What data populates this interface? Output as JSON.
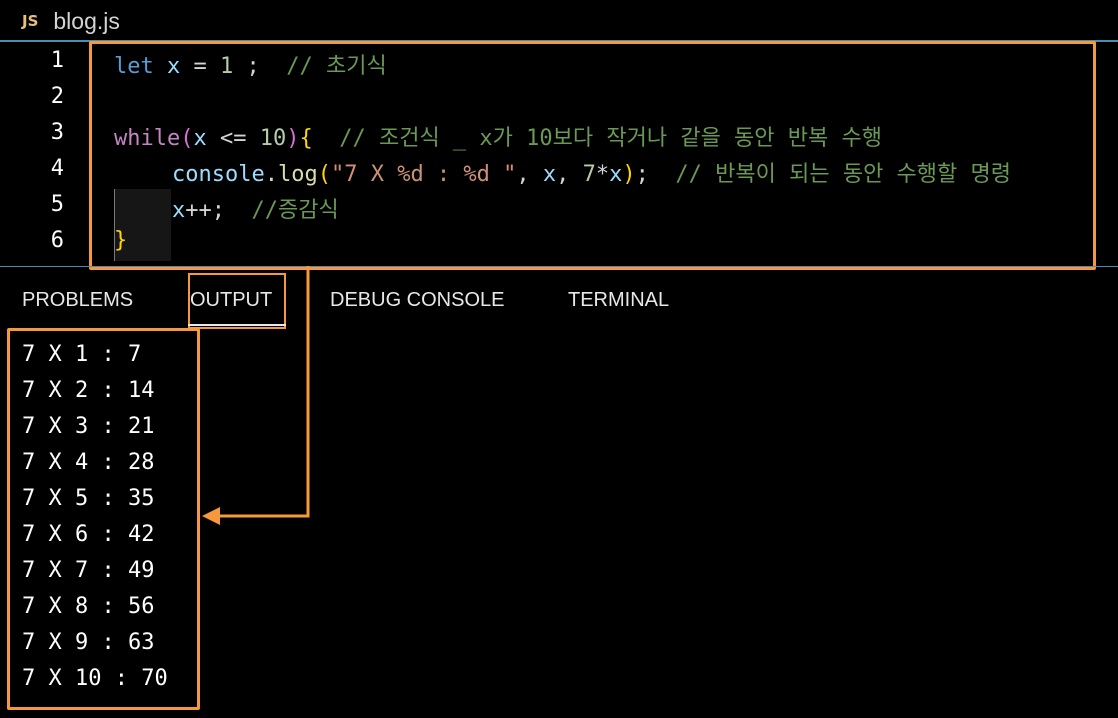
{
  "tab": {
    "icon_label": "JS",
    "file_name": "blog.js"
  },
  "editor": {
    "lines": [
      {
        "number": "1",
        "tokens": {
          "kw": "let",
          "var": "x",
          "op": "=",
          "num": "1",
          "semi": ";",
          "cmt": "// 초기식"
        }
      },
      {
        "number": "2"
      },
      {
        "number": "3",
        "tokens": {
          "kw": "while",
          "open": "(",
          "var": "x",
          "op": "<=",
          "num": "10",
          "close": ")",
          "brace": "{",
          "cmt": "// 조건식 _ x가 10보다 작거나 같을 동안 반복 수행"
        }
      },
      {
        "number": "4",
        "tokens": {
          "obj": "console",
          "dot": ".",
          "fn": "log",
          "open": "(",
          "str": "\"7 X %d : %d \"",
          "comma1": ",",
          "var": "x",
          "comma2": ",",
          "num": "7",
          "op": "*",
          "var2": "x",
          "close": ")",
          "semi": ";",
          "cmt": "// 반복이 되는 동안 수행할 명령"
        }
      },
      {
        "number": "5",
        "tokens": {
          "var": "x",
          "op": "++",
          "semi": ";",
          "cmt": "//증감식"
        }
      },
      {
        "number": "6",
        "tokens": {
          "brace": "}"
        }
      }
    ]
  },
  "panel": {
    "tabs": [
      "PROBLEMS",
      "OUTPUT",
      "DEBUG CONSOLE",
      "TERMINAL"
    ],
    "active_tab": "OUTPUT",
    "output_lines": [
      "7 X 1 : 7",
      "7 X 2 : 14",
      "7 X 3 : 21",
      "7 X 4 : 28",
      "7 X 5 : 35",
      "7 X 6 : 42",
      "7 X 7 : 49",
      "7 X 8 : 56",
      "7 X 9 : 63",
      "7 X 10 : 70"
    ]
  },
  "colors": {
    "highlight": "#f5993c",
    "divider": "#6fb3d6",
    "background": "#000000"
  }
}
